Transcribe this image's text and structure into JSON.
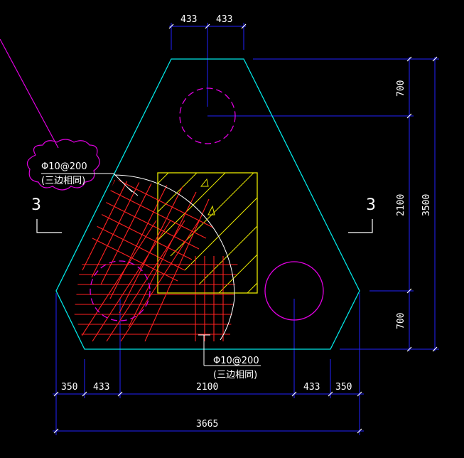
{
  "colors": {
    "background": "#000000",
    "outline": "#00e5e5",
    "dimension": "#2222ff",
    "rebar": "#ff2020",
    "pile": "#e000e0",
    "column": "#e8e800",
    "leader": "#e000e0",
    "text": "#ffffff"
  },
  "dims": {
    "top_left": "433",
    "top_right": "433",
    "right_top": "700",
    "right_mid": "2100",
    "right_bottom": "700",
    "right_total": "3500",
    "bottom_a": "350",
    "bottom_b": "433",
    "bottom_c": "2100",
    "bottom_d": "433",
    "bottom_e": "350",
    "bottom_total": "3665"
  },
  "notes": {
    "rebar_upper_line1": "Φ10@200",
    "rebar_upper_line2": "(三边相同)",
    "rebar_lower_line1": "Φ10@200",
    "rebar_lower_line2": "(三边相同)"
  },
  "section": {
    "left_mark": "3",
    "right_mark": "3"
  }
}
